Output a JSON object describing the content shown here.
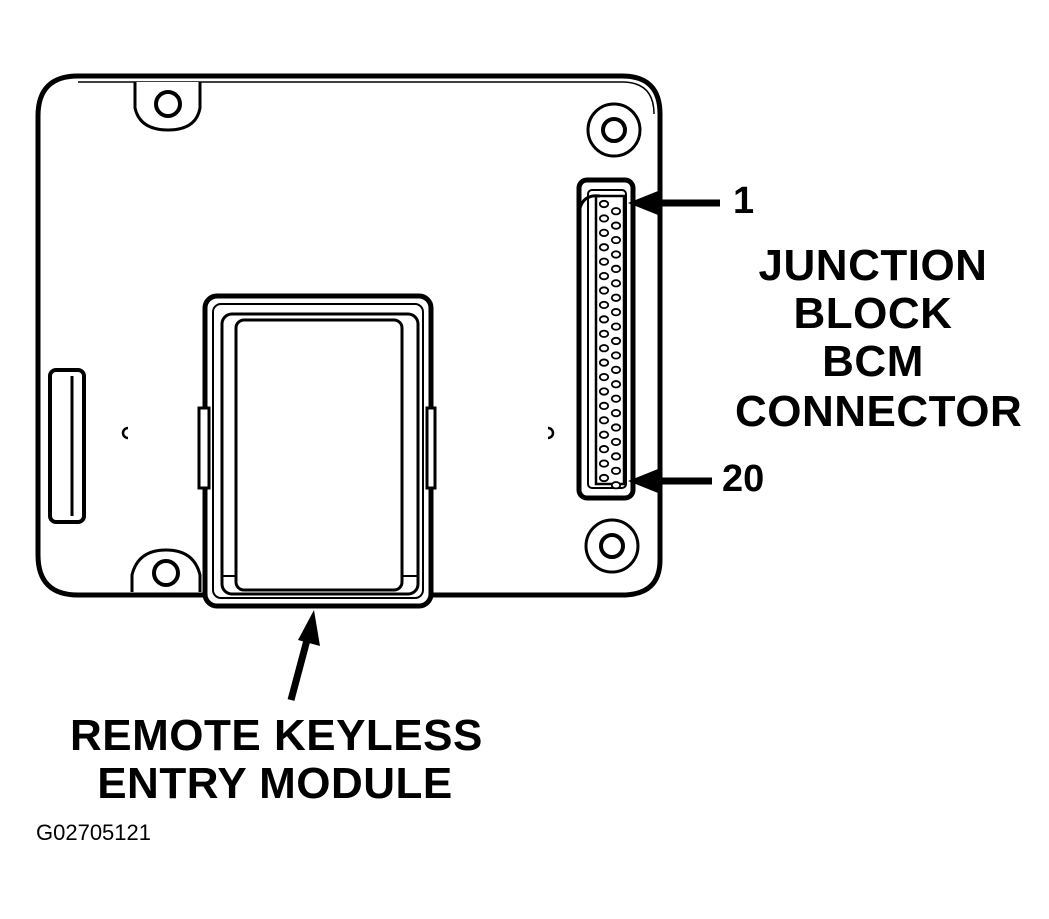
{
  "callouts": {
    "junction_block": [
      "JUNCTION",
      "BLOCK",
      "BCM",
      "CONNECTOR"
    ],
    "pin_first": "1",
    "pin_last": "20",
    "module": [
      "REMOTE KEYLESS",
      "ENTRY MODULE"
    ]
  },
  "figure_id": "G02705121",
  "colors": {
    "ink": "#000000",
    "paper": "#ffffff"
  }
}
